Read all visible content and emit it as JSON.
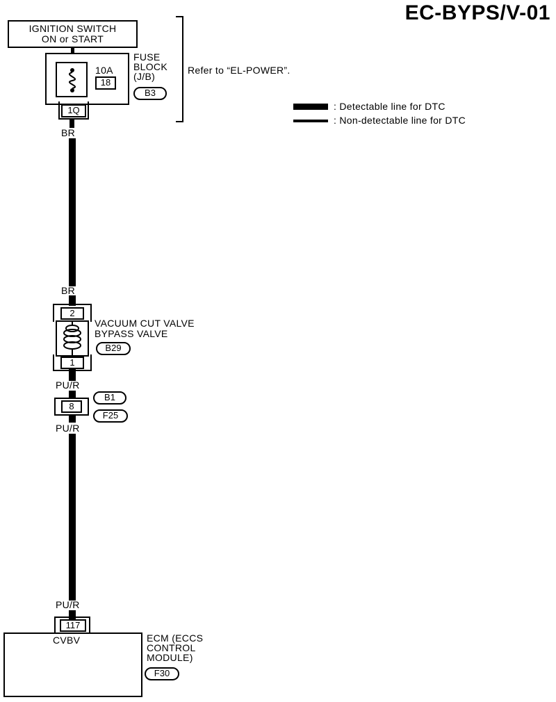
{
  "page_id": "EC-BYPS/V-01",
  "ignition_switch": {
    "line1": "IGNITION SWITCH",
    "line2": "ON or START"
  },
  "fuse_block": {
    "amp": "10A",
    "fuse_no": "18",
    "label_l1": "FUSE",
    "label_l2": "BLOCK",
    "label_l3": "(J/B)",
    "connector": "B3",
    "terminal": "1Q",
    "refer": "Refer to “EL-POWER”."
  },
  "legend": {
    "detectable": ": Detectable line for DTC",
    "non_detectable": ": Non-detectable line for DTC"
  },
  "wires": {
    "br_top": "BR",
    "br_bottom": "BR",
    "pur_1": "PU/R",
    "pur_2": "PU/R",
    "pur_3": "PU/R"
  },
  "valve": {
    "label_l1": "VACUUM CUT VALVE",
    "label_l2": "BYPASS VALVE",
    "connector": "B29",
    "pin_top": "2",
    "pin_bottom": "1"
  },
  "joint_connector": {
    "pin": "8",
    "conn_a": "B1",
    "conn_b": "F25"
  },
  "ecm": {
    "pin": "117",
    "terminal_name": "CVBV",
    "label_l1": "ECM (ECCS",
    "label_l2": "CONTROL",
    "label_l3": "MODULE)",
    "connector": "F30"
  }
}
